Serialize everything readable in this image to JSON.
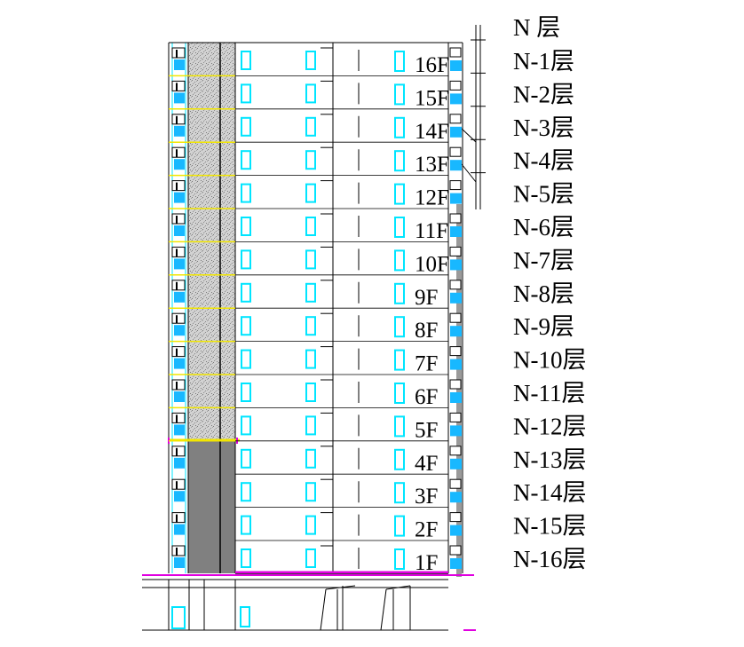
{
  "floors": [
    {
      "floor_label": "16F",
      "level_label": "N-1层"
    },
    {
      "floor_label": "15F",
      "level_label": "N-2层"
    },
    {
      "floor_label": "14F",
      "level_label": "N-3层"
    },
    {
      "floor_label": "13F",
      "level_label": "N-4层"
    },
    {
      "floor_label": "12F",
      "level_label": "N-5层"
    },
    {
      "floor_label": "11F",
      "level_label": "N-6层"
    },
    {
      "floor_label": "10F",
      "level_label": "N-7层"
    },
    {
      "floor_label": "9F",
      "level_label": "N-8层"
    },
    {
      "floor_label": "8F",
      "level_label": "N-9层"
    },
    {
      "floor_label": "7F",
      "level_label": "N-10层"
    },
    {
      "floor_label": "6F",
      "level_label": "N-11层"
    },
    {
      "floor_label": "5F",
      "level_label": "N-12层"
    },
    {
      "floor_label": "4F",
      "level_label": "N-13层"
    },
    {
      "floor_label": "3F",
      "level_label": "N-14层"
    },
    {
      "floor_label": "2F",
      "level_label": "N-15层"
    },
    {
      "floor_label": "1F",
      "level_label": "N-16层"
    }
  ],
  "top_level_label": "N 层",
  "colors": {
    "line": "#000000",
    "cyan": "#00e5ff",
    "window_blue": "#18b8ff",
    "yellow": "#f2e600",
    "magenta": "#e000e0",
    "texture": "#c8c8c8",
    "solid_gray": "#808080",
    "background": "#ffffff"
  }
}
